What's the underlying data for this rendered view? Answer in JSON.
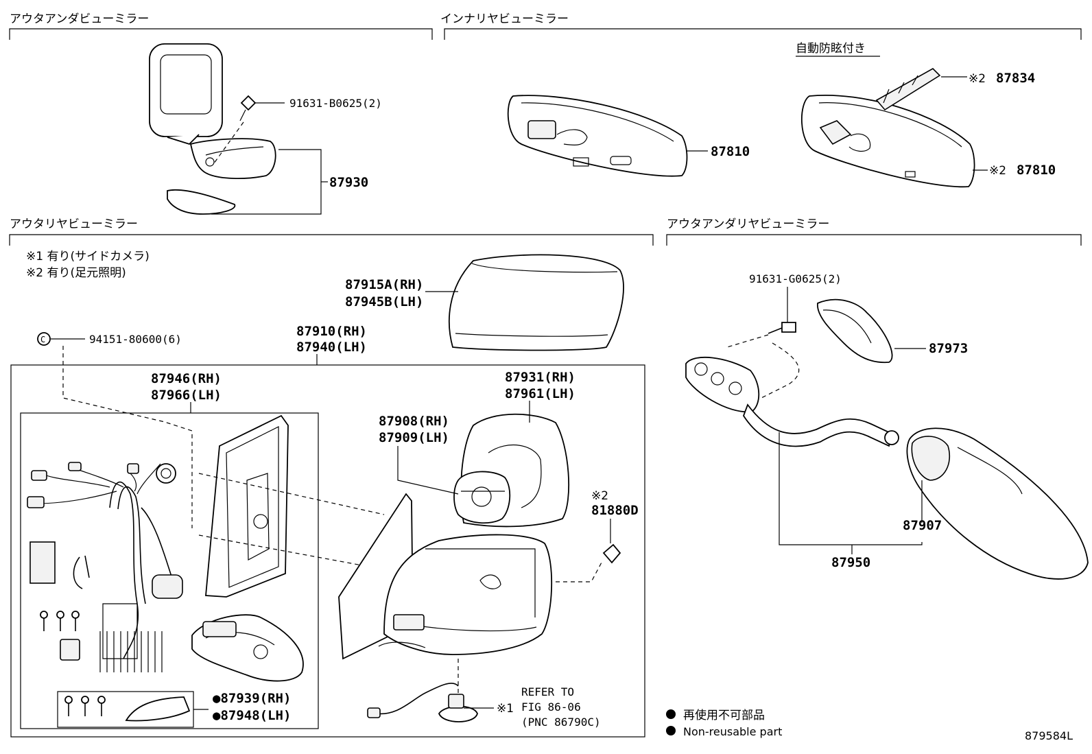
{
  "sections": {
    "outer_under_view": "アウタアンダビューミラー",
    "inner_rear_view": "インナリヤビューミラー",
    "outer_rear_view": "アウタリヤビューミラー",
    "outer_under_rear_view": "アウタアンダリヤビューミラー"
  },
  "notes": {
    "auto_antiglare": "自動防眩付き",
    "note1": "※1 有り(サイドカメラ)",
    "note2": "※2 有り(足元照明)"
  },
  "parts": {
    "p91631b": "91631-B0625(2)",
    "p87930": "87930",
    "p87810a": "87810",
    "p87834_mark": "※2",
    "p87834": "87834",
    "p87810b_mark": "※2",
    "p87810b": "87810",
    "p87915a": "87915A(RH)",
    "p87945b": "87945B(LH)",
    "p94151": "94151-80600(6)",
    "p87910": "87910(RH)",
    "p87940": "87940(LH)",
    "p87946": "87946(RH)",
    "p87966": "87966(LH)",
    "p87931": "87931(RH)",
    "p87961": "87961(LH)",
    "p87908": "87908(RH)",
    "p87909": "87909(LH)",
    "p81880_mark": "※2",
    "p81880": "81880D",
    "p87939": "●87939(RH)",
    "p87948": "●87948(LH)",
    "refer_mark": "※1",
    "refer1": "REFER TO",
    "refer2": "FIG 86-06",
    "refer3": "(PNC 86790C)",
    "p91631g": "91631-G0625(2)",
    "p87973": "87973",
    "p87907": "87907",
    "p87950": "87950"
  },
  "legend": {
    "jp": "再使用不可部品",
    "en": "Non-reusable part"
  },
  "figure_id": "879584L"
}
